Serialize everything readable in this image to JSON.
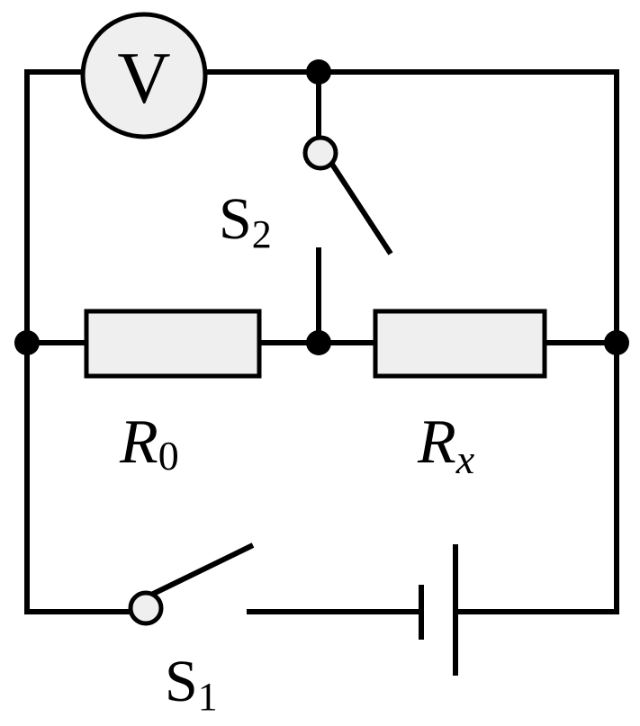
{
  "voltmeter": {
    "symbol": "V"
  },
  "switch_s1": {
    "letter": "S",
    "sub": "1"
  },
  "switch_s2": {
    "letter": "S",
    "sub": "2"
  },
  "resistor_r0": {
    "letter": "R",
    "sub": "0"
  },
  "resistor_rx": {
    "letter": "R",
    "sub": "x"
  },
  "colors": {
    "line": "#000000",
    "component_fill": "#efefef",
    "background": "#ffffff"
  }
}
